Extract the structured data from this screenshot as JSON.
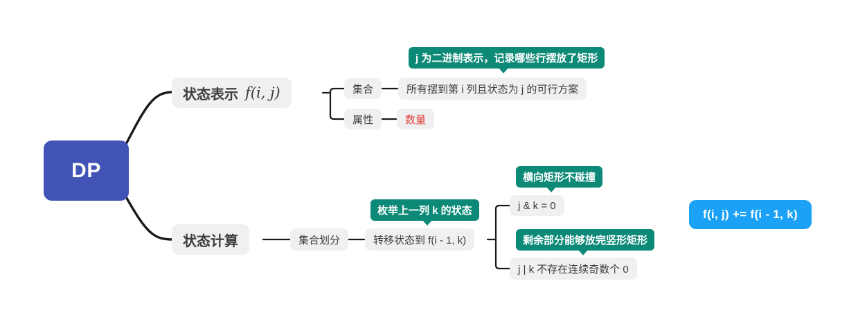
{
  "colors": {
    "root_node": "#4153b5",
    "note": "#0d8a77",
    "badge": "#1ba2f7",
    "node_bg": "#f0f0f0",
    "node_text": "#3d3d3d",
    "line": "#1a1a1a",
    "highlight_red": "#e0403a"
  },
  "root": {
    "label": "DP"
  },
  "branches": {
    "state_representation": {
      "label": "状态表示",
      "math": "f(i, j)",
      "children": {
        "set": {
          "label": "集合",
          "value": "所有摆到第 i 列且状态为 j 的可行方案",
          "note": "j 为二进制表示，记录哪些行摆放了矩形"
        },
        "attribute": {
          "label": "属性",
          "value": "数量"
        }
      }
    },
    "state_computation": {
      "label": "状态计算",
      "children": {
        "partition": {
          "label": "集合划分",
          "value": "转移状态到 f(i - 1, k)",
          "note": "枚举上一列 k 的状态",
          "conditions": [
            {
              "text": "j & k = 0",
              "note": "横向矩形不碰撞"
            },
            {
              "text": "j | k 不存在连续奇数个 0",
              "note": "剩余部分能够放完竖形矩形"
            }
          ]
        }
      }
    }
  },
  "formula_badge": {
    "text": "f(i, j) += f(i - 1, k)"
  }
}
